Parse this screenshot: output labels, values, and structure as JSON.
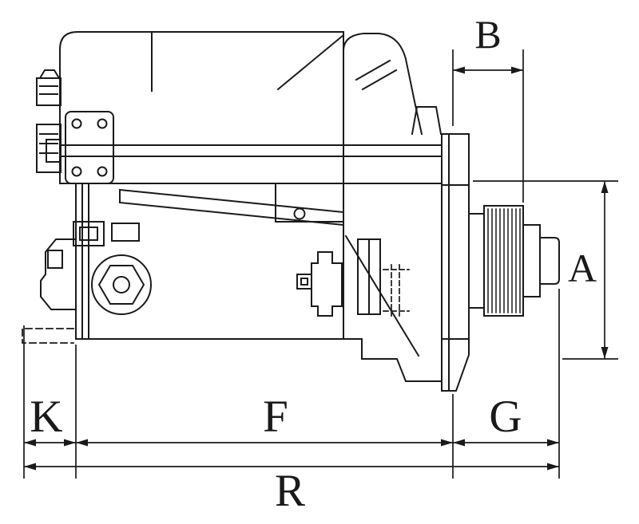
{
  "page": {
    "background_color": "#ffffff",
    "line_color": "#1a1a1a"
  },
  "dimension_labels": {
    "b": "B",
    "a": "A",
    "k": "K",
    "f": "F",
    "g": "G",
    "r": "R"
  }
}
